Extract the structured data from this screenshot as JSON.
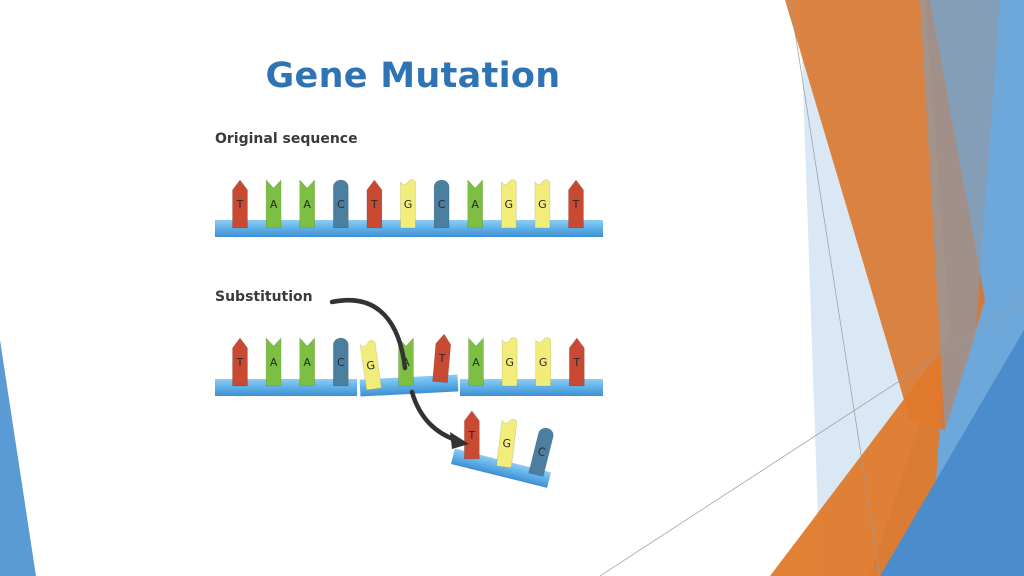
{
  "slide": {
    "title": "Gene Mutation",
    "original_label": "Original sequence",
    "substitution_label": "Substitution"
  },
  "original_sequence": [
    "T",
    "A",
    "A",
    "C",
    "T",
    "G",
    "C",
    "A",
    "G",
    "G",
    "T"
  ],
  "substitution": {
    "left": [
      "T",
      "A",
      "A",
      "C"
    ],
    "inserted": [
      "G",
      "A",
      "T"
    ],
    "right": [
      "A",
      "G",
      "G",
      "T"
    ],
    "removed": [
      "T",
      "G",
      "C"
    ]
  },
  "colors": {
    "T": "#c94a33",
    "A": "#7cbf42",
    "G": "#f2ec7a",
    "C": "#4a7fa0",
    "backbone": "#5fb0e8",
    "title": "#2e74b5",
    "orange": "#e0792b",
    "blue": "#5b9bd5"
  }
}
